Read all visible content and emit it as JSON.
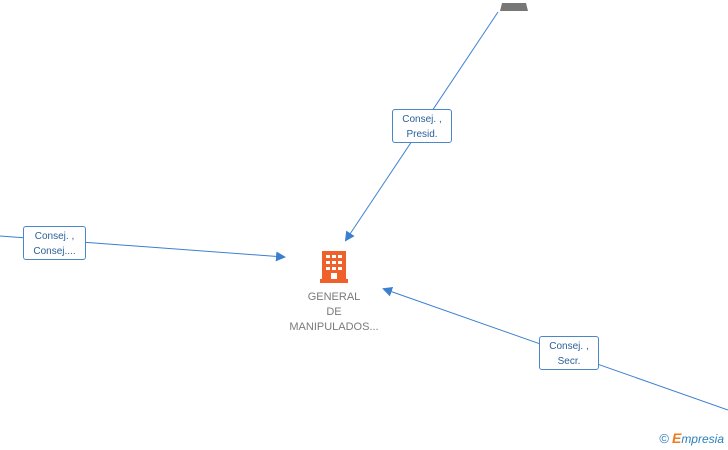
{
  "company": {
    "name_lines": [
      "GENERAL",
      "DE",
      "MANIPULADOS..."
    ],
    "icon": "building-icon",
    "icon_color": "#f0602a"
  },
  "relations": [
    {
      "id": "top",
      "lines": [
        "Consej. ,",
        "Presid."
      ]
    },
    {
      "id": "left",
      "lines": [
        "Consej. ,",
        "Consej...."
      ]
    },
    {
      "id": "bottom-right",
      "lines": [
        "Consej. ,",
        "Secr."
      ]
    }
  ],
  "edge_color": "#3b7fd1",
  "watermark": {
    "copyright_symbol": "©",
    "brand_first": "E",
    "brand_rest": "mpresia"
  }
}
